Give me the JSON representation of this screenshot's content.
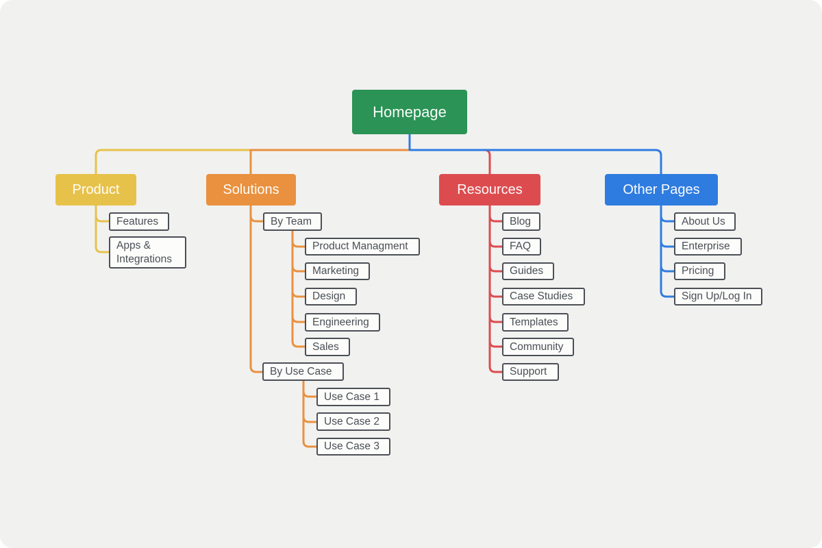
{
  "colors": {
    "homepage": "#2a9355",
    "product": "#e7c24b",
    "solutions": "#e9913f",
    "resources": "#dc4c4f",
    "other_pages": "#2f7ce0",
    "canvas_background": "#f1f1f0",
    "child_text": "#4b4f55"
  },
  "root": {
    "label": "Homepage"
  },
  "branches": [
    {
      "label": "Product",
      "children": [
        {
          "label": "Features"
        },
        {
          "label": "Apps & Integrations"
        }
      ]
    },
    {
      "label": "Solutions",
      "children": [
        {
          "label": "By Team",
          "children": [
            {
              "label": "Product Managment"
            },
            {
              "label": "Marketing"
            },
            {
              "label": "Design"
            },
            {
              "label": "Engineering"
            },
            {
              "label": "Sales"
            }
          ]
        },
        {
          "label": "By Use Case",
          "children": [
            {
              "label": "Use Case 1"
            },
            {
              "label": "Use Case 2"
            },
            {
              "label": "Use Case 3"
            }
          ]
        }
      ]
    },
    {
      "label": "Resources",
      "children": [
        {
          "label": "Blog"
        },
        {
          "label": "FAQ"
        },
        {
          "label": "Guides"
        },
        {
          "label": "Case Studies"
        },
        {
          "label": "Templates"
        },
        {
          "label": "Community"
        },
        {
          "label": "Support"
        }
      ]
    },
    {
      "label": "Other Pages",
      "children": [
        {
          "label": "About Us"
        },
        {
          "label": "Enterprise"
        },
        {
          "label": "Pricing"
        },
        {
          "label": "Sign Up/Log In"
        }
      ]
    }
  ]
}
